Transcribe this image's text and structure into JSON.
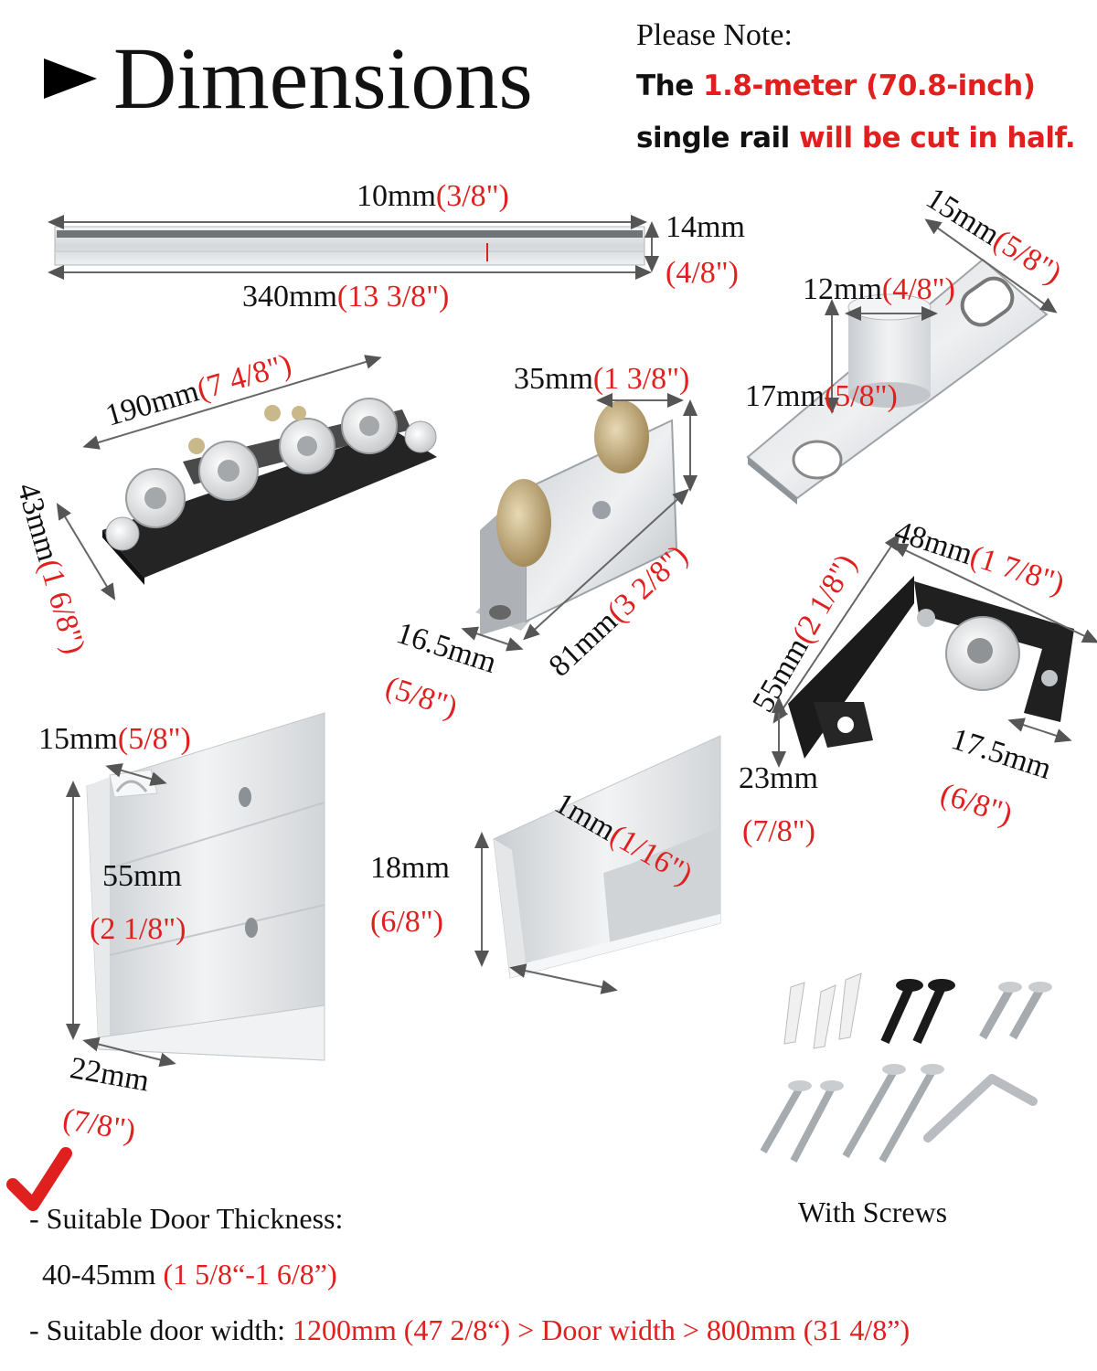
{
  "title": "Dimensions",
  "note": {
    "heading": "Please Note:",
    "line1_a": "The ",
    "line1_b": "1.8-meter (70.8-inch)",
    "line2_a": "single rail ",
    "line2_b": "will be cut in half."
  },
  "top_rail": {
    "width_mm": "10mm",
    "width_in": "(3/8\")",
    "height_mm": "14mm",
    "height_in": "(4/8\")",
    "length_mm": "340mm",
    "length_in": "(13  3/8\")"
  },
  "floor_guide": {
    "w_mm": "15mm",
    "w_in": "(5/8\")",
    "d_mm": "12mm",
    "d_in": "(4/8\")",
    "h_mm": "17mm",
    "h_in": "(5/8\")"
  },
  "carriage": {
    "len_mm": "190mm",
    "len_in": "(7  4/8\")",
    "h_mm": "43mm",
    "h_in": "(1  6/8\")"
  },
  "roller": {
    "h_mm": "35mm",
    "h_in": "(1 3/8\")",
    "len_mm": "81mm",
    "len_in": "(3  2/8\")",
    "w_mm": "16.5mm",
    "w_in": "(5/8\")"
  },
  "bracket": {
    "w_mm": "48mm",
    "w_in": "(1 7/8\")",
    "h_mm": "55mm",
    "h_in": "(2  1/8\")",
    "d_mm": "17.5mm",
    "d_in": "(6/8\")",
    "base_mm": "23mm",
    "base_in": "(7/8\")"
  },
  "track_profile": {
    "top_mm": "15mm",
    "top_in": "(5/8\")",
    "h_mm": "55mm",
    "h_in": "(2 1/8\")",
    "bottom_mm": "22mm",
    "bottom_in": "(7/8\")"
  },
  "channel": {
    "h_mm": "18mm",
    "h_in": "(6/8\")",
    "t_mm": "1mm",
    "t_in": "(1/16\")"
  },
  "screws_label": "With Screws",
  "specs": {
    "thickness_label": "- Suitable Door Thickness:",
    "thickness_mm": "40-45mm ",
    "thickness_in": "(1 5/8“-1 6/8”)",
    "width_label": "- Suitable door width: ",
    "width_value": "1200mm (47 2/8“) > Door width > 800mm (31 4/8”)"
  },
  "colors": {
    "accent": "#e0201e",
    "metal": "#d9dcdf",
    "black": "#1a1a1a"
  }
}
